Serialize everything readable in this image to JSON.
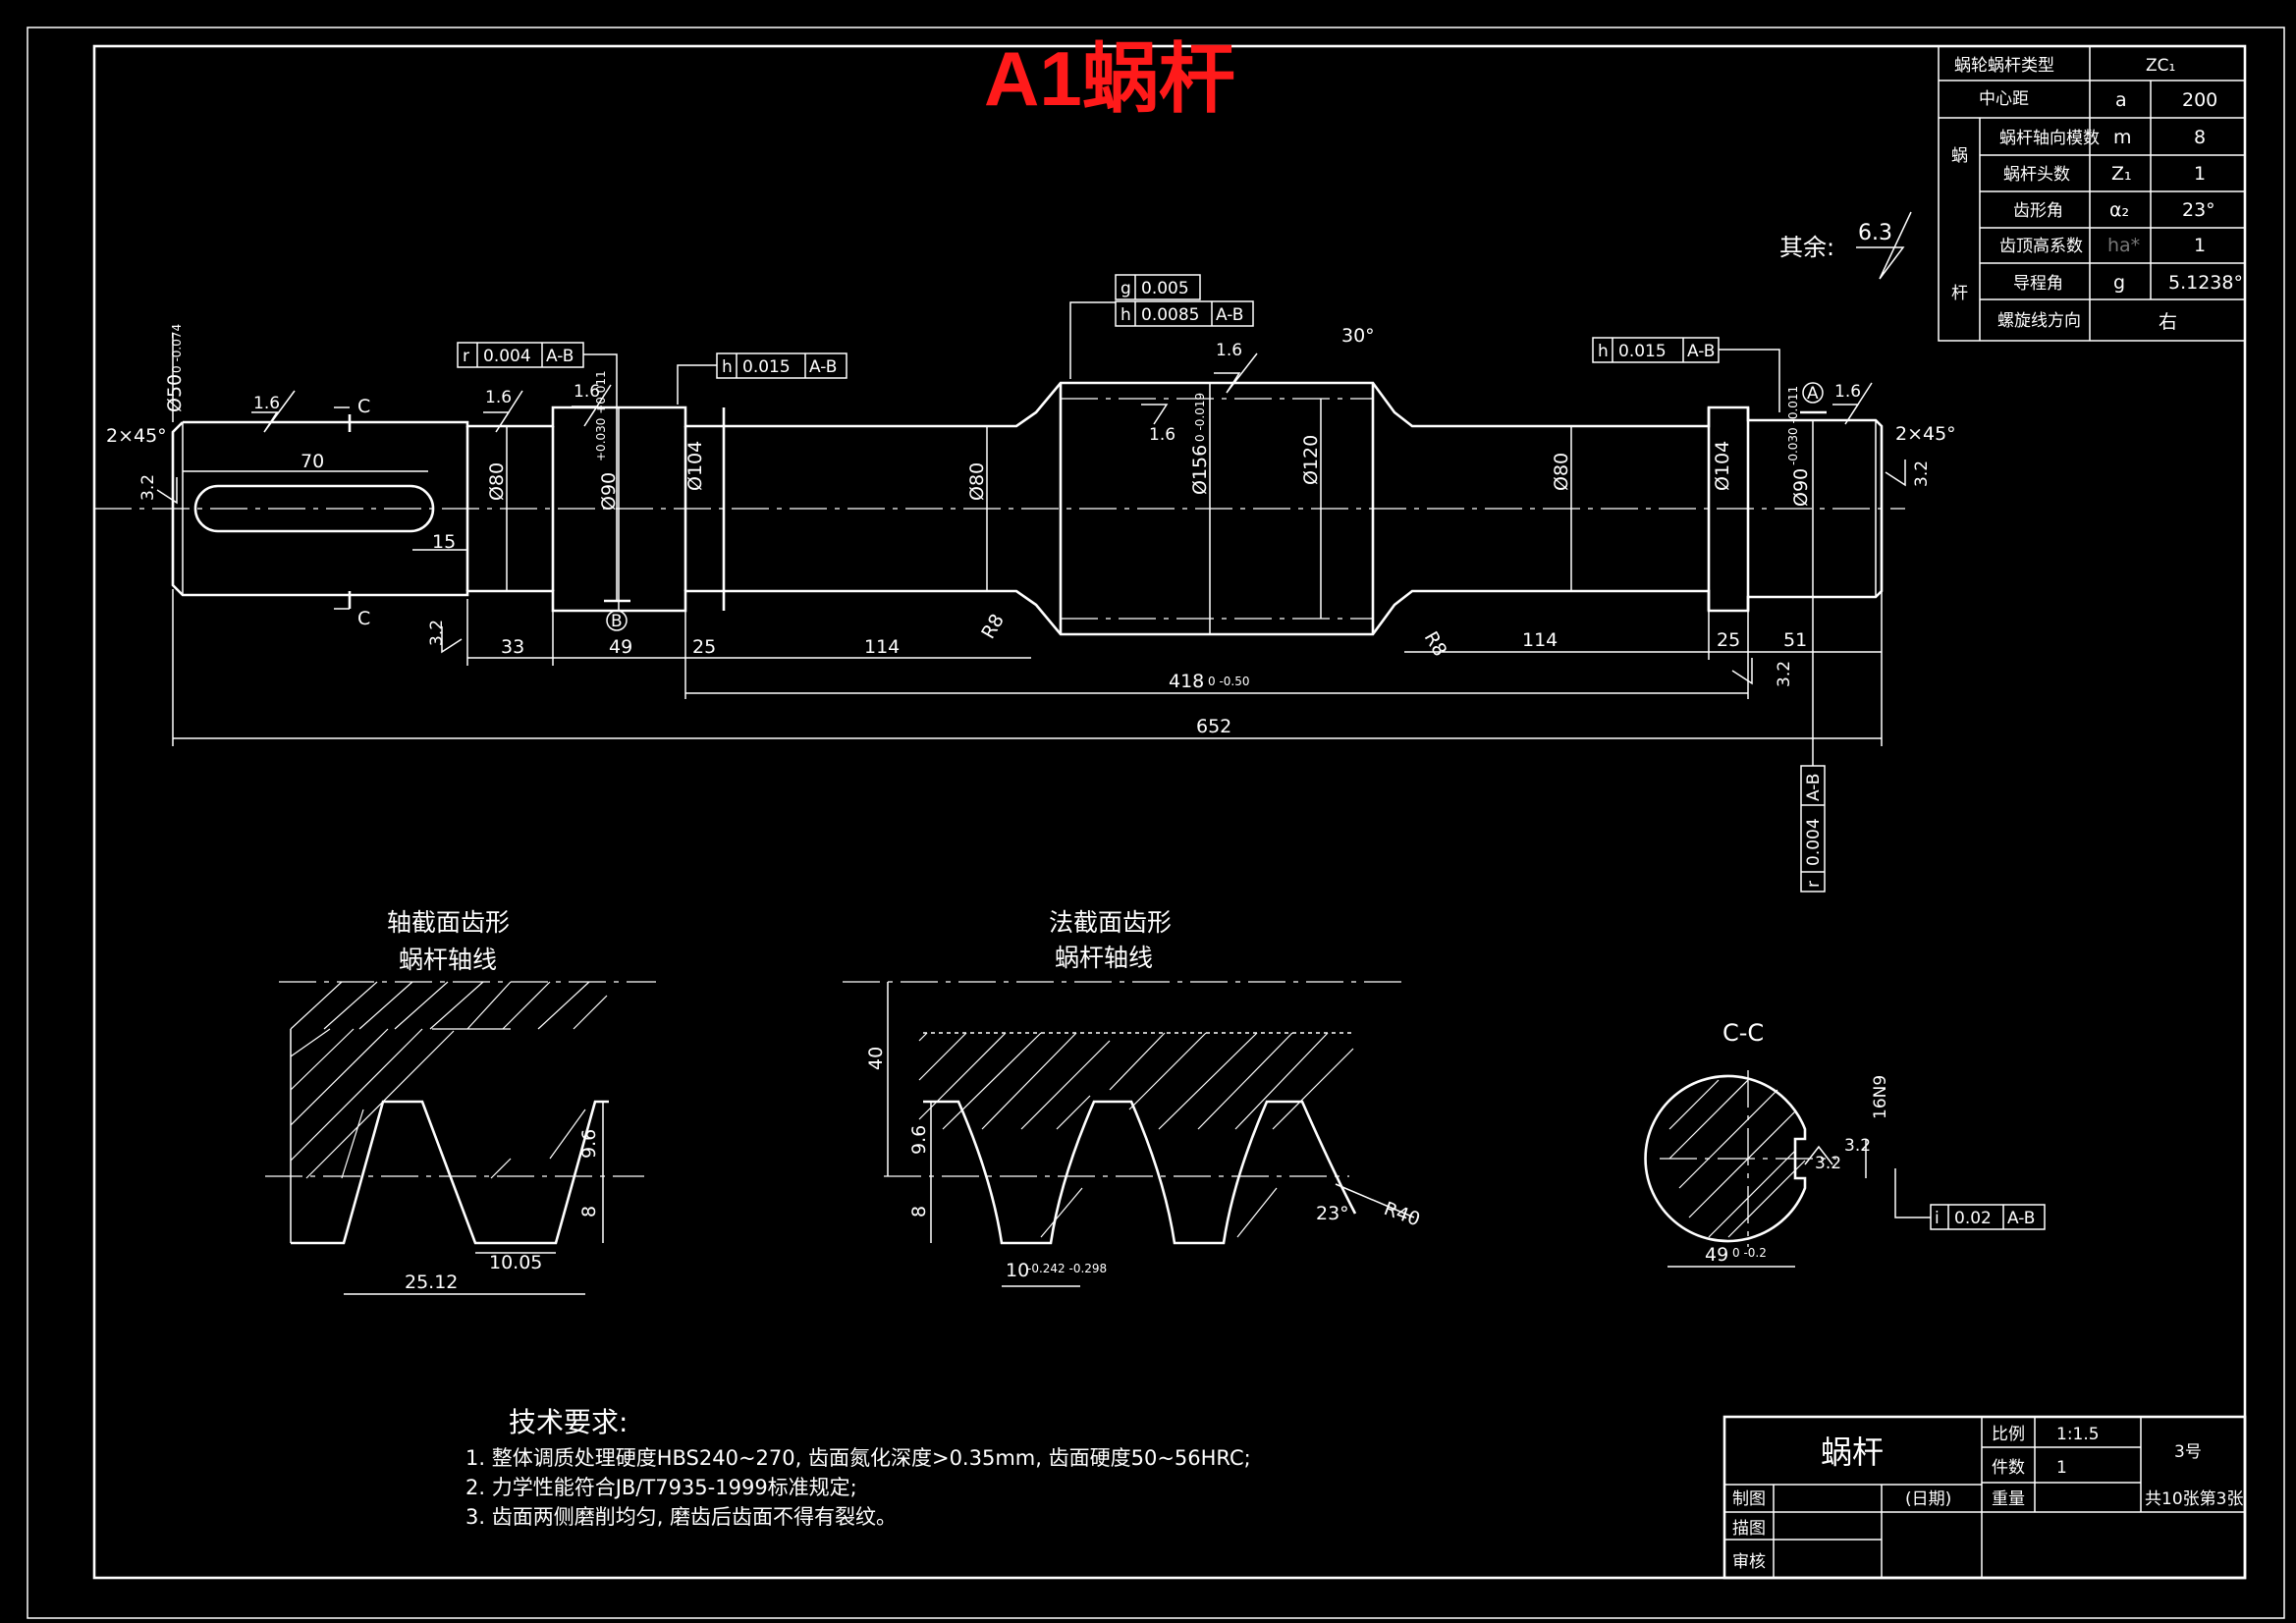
{
  "title": "A1蜗杆",
  "surface_remaining": {
    "label": "其余:",
    "value": "6.3"
  },
  "params": {
    "type_label": "蜗轮蜗杆类型",
    "type_value": "ZC₁",
    "center_label": "中心距",
    "center_sym": "a",
    "center_value": "200",
    "group_label_1": "蜗",
    "group_label_2": "杆",
    "rows": [
      {
        "label": "蜗杆轴向模数",
        "sym": "m",
        "value": "8"
      },
      {
        "label": "蜗杆头数",
        "sym": "Z₁",
        "value": "1"
      },
      {
        "label": "齿形角",
        "sym": "α₂",
        "value": "23°"
      },
      {
        "label": "齿顶高系数",
        "sym": "ha*",
        "value": "1"
      },
      {
        "label": "导程角",
        "sym": "g",
        "value": "5.1238°"
      }
    ],
    "helix_label": "螺旋线方向",
    "helix_value": "右"
  },
  "tolerances": {
    "fc1": [
      "r",
      "0.004",
      "A-B"
    ],
    "fc2": [
      "h",
      "0.015",
      "A-B"
    ],
    "fc3a": [
      "g",
      "0.005"
    ],
    "fc3b": [
      "h",
      "0.0085",
      "A-B"
    ],
    "fc4": [
      "h",
      "0.015",
      "A-B"
    ],
    "fc5": [
      "r",
      "0.004",
      "A-B"
    ],
    "fc6": [
      "i",
      "0.02",
      "A-B"
    ]
  },
  "dims": {
    "len70": "70",
    "len15": "15",
    "len33": "33",
    "len49": "49",
    "len25a": "25",
    "len114a": "114",
    "len418": "418",
    "len418_tol": "0 -0.50",
    "len114b": "114",
    "len25b": "25",
    "len51": "51",
    "len652": "652",
    "d50": "Ø50",
    "d50_tol": "0 -0.074",
    "d80a": "Ø80",
    "d90a": "Ø90",
    "d90a_tol": "+0.030 +0.011",
    "d104a": "Ø104",
    "d80b": "Ø80",
    "d156": "Ø156",
    "d156_tol": "0 -0.019",
    "d120": "Ø120",
    "d80c": "Ø80",
    "d104b": "Ø104",
    "d90b": "Ø90",
    "d90b_tol": "-0.030 -0.011",
    "chamfer_l": "2×45°",
    "chamfer_r": "2×45°",
    "r8a": "R8",
    "r8b": "R8",
    "ang30": "30°",
    "rough16": "1.6",
    "rough32": "3.2",
    "datumA": "A",
    "datumB": "B",
    "sectC": "C"
  },
  "profiles": {
    "axial_title": "轴截面齿形",
    "axial_axis": "蜗杆轴线",
    "axial_dim1": "25.12",
    "axial_dim2": "10.05",
    "axial_h1": "9.6",
    "axial_h2": "8",
    "normal_title": "法截面齿形",
    "normal_axis": "蜗杆轴线",
    "normal_40": "40",
    "normal_h1": "9.6",
    "normal_h2": "8",
    "normal_w": "10",
    "normal_w_tol": "-0.242 -0.298",
    "normal_ang": "23°",
    "normal_r": "R40"
  },
  "section": {
    "title": "C-C",
    "key": "16N9",
    "depth": "49",
    "depth_tol": "0 -0.2",
    "r32a": "3.2",
    "r32b": "3.2"
  },
  "notes": {
    "heading": "技术要求:",
    "items": [
      "1. 整体调质处理硬度HBS240~270, 齿面氮化深度>0.35mm, 齿面硬度50~56HRC;",
      "2. 力学性能符合JB/T7935-1999标准规定;",
      "3. 齿面两侧磨削均匀, 磨齿后齿面不得有裂纹。"
    ]
  },
  "title_block": {
    "part": "蜗杆",
    "scale_label": "比例",
    "scale": "1:1.5",
    "qty_label": "件数",
    "qty": "1",
    "weight_label": "重量",
    "sheet_no": "3号",
    "sheet_info": "共10张第3张",
    "drawn": "制图",
    "traced": "描图",
    "checked": "审核",
    "date": "(日期)"
  }
}
